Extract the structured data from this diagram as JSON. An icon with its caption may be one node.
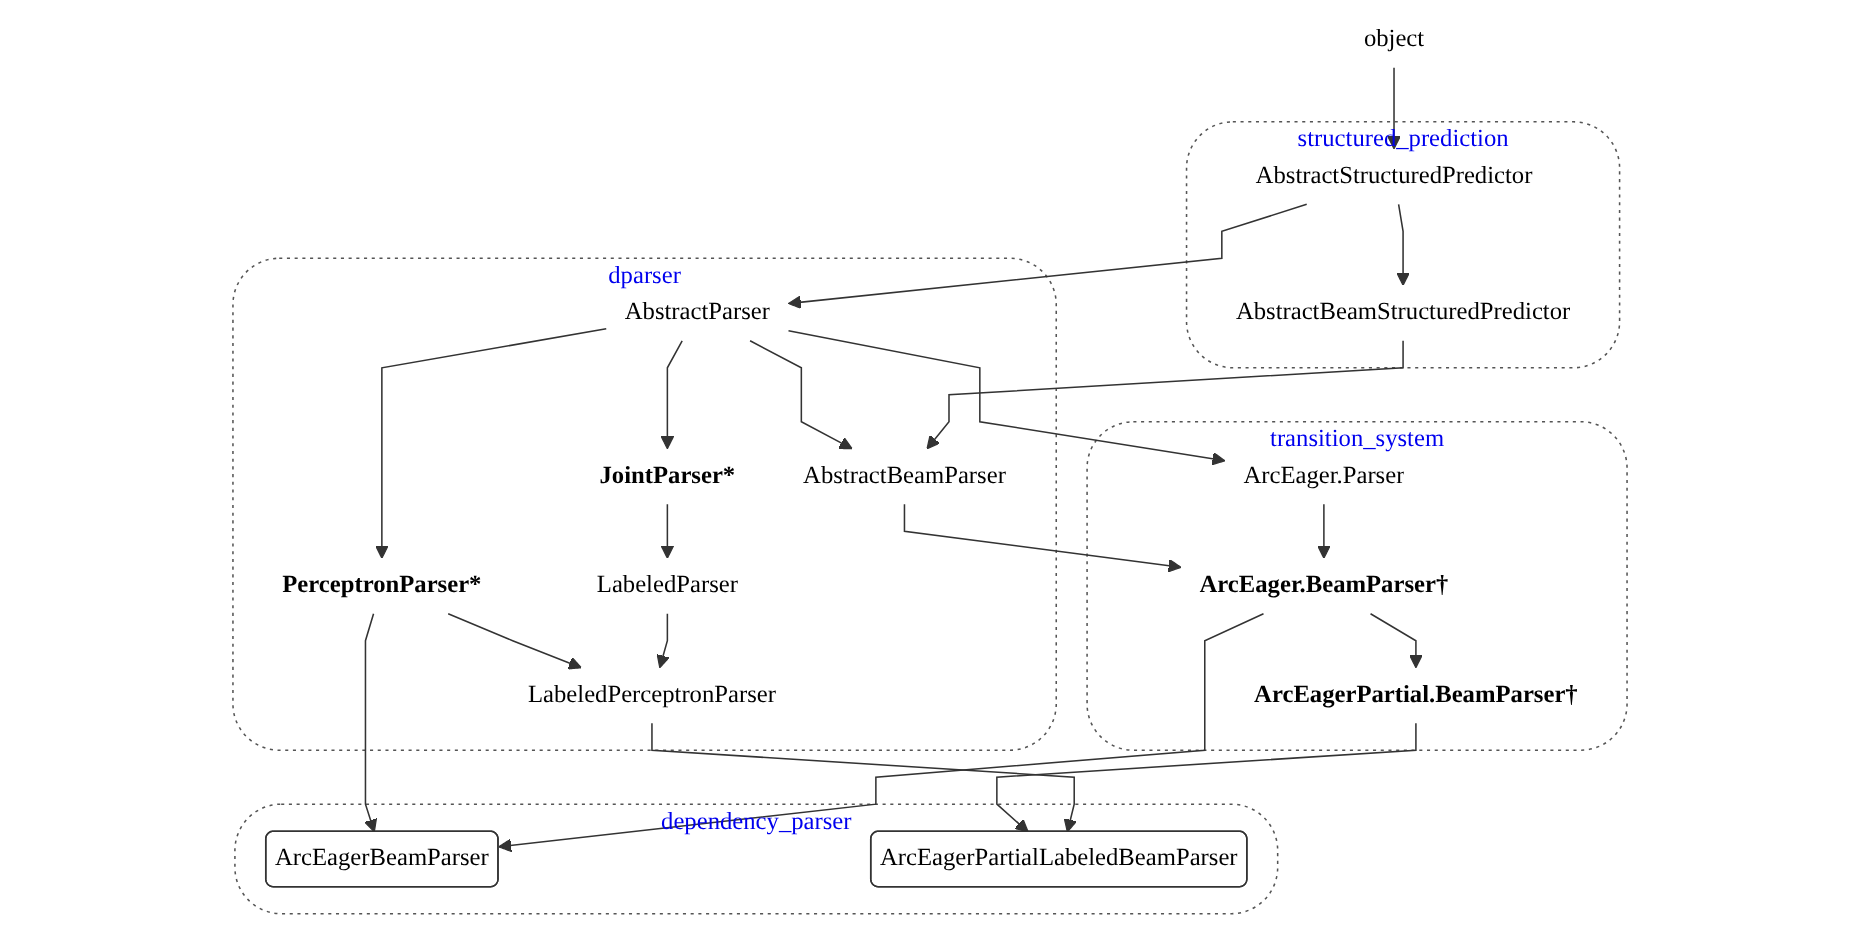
{
  "diagram": {
    "nodes": [
      {
        "text": [
          "object"
        ]
      },
      {
        "text": [
          "structured_prediction"
        ]
      },
      {
        "text": [
          "AbstractStructuredPredictor"
        ],
        "in": 1
      },
      {
        "text": [
          "AbstractBeamStructuredPredictor"
        ],
        "in": 1
      },
      {
        "text": [
          "dparser"
        ]
      },
      {
        "text": [
          "AbstractParser"
        ],
        "in": 4
      },
      {
        "text": [
          "AbstractBeamParser"
        ],
        "in": 4
      },
      {
        "text": [
          "JointParser*"
        ],
        "in": 4
      },
      {
        "text": [
          "PerceptronParser*"
        ],
        "in": 4
      },
      {
        "text": [
          "LabeledParser"
        ],
        "in": 4
      },
      {
        "text": [
          "LabeledPerceptronParser"
        ],
        "in": 4
      },
      {
        "text": [
          "transition_system"
        ]
      },
      {
        "text": [
          "ArcEager.Parser"
        ],
        "in": 11
      },
      {
        "text": [
          "ArcEager.BeamParser†"
        ],
        "in": 11
      },
      {
        "text": [
          "ArcEagerPartial.BeamParser†"
        ],
        "in": 11
      },
      {
        "text": [
          "dependency_parser"
        ]
      },
      {
        "text": [
          "ArcEagerBeamParser"
        ],
        "in": 15
      },
      {
        "text": [
          "ArcEagerPartialLabeledBeamParser"
        ],
        "in": 15
      }
    ],
    "edges": [
      {
        "from": 0,
        "to": 2,
        "arrow": "to"
      },
      {
        "from": 2,
        "to": 5,
        "arrow": "to"
      },
      {
        "from": 2,
        "to": 3,
        "arrow": "to"
      },
      {
        "from": 3,
        "to": 6,
        "arrow": "to"
      },
      {
        "from": 5,
        "to": 7,
        "arrow": "to"
      },
      {
        "from": 5,
        "to": 8,
        "arrow": "to"
      },
      {
        "from": 5,
        "to": 12,
        "arrow": "to"
      },
      {
        "from": 5,
        "to": 6,
        "arrow": "to"
      },
      {
        "from": 6,
        "to": 13,
        "arrow": "to"
      },
      {
        "from": 12,
        "to": 13,
        "arrow": "to"
      },
      {
        "from": 13,
        "to": 14,
        "arrow": "to"
      },
      {
        "from": 13,
        "to": 16,
        "arrow": "to"
      },
      {
        "from": 7,
        "to": 9,
        "arrow": "to"
      },
      {
        "from": 9,
        "to": 10,
        "arrow": "to"
      },
      {
        "from": 8,
        "to": 10,
        "arrow": "to"
      },
      {
        "from": 8,
        "to": 16,
        "arrow": "to"
      },
      {
        "from": 10,
        "to": 17,
        "arrow": "to"
      },
      {
        "from": 14,
        "to": 17,
        "arrow": "to"
      }
    ]
  }
}
